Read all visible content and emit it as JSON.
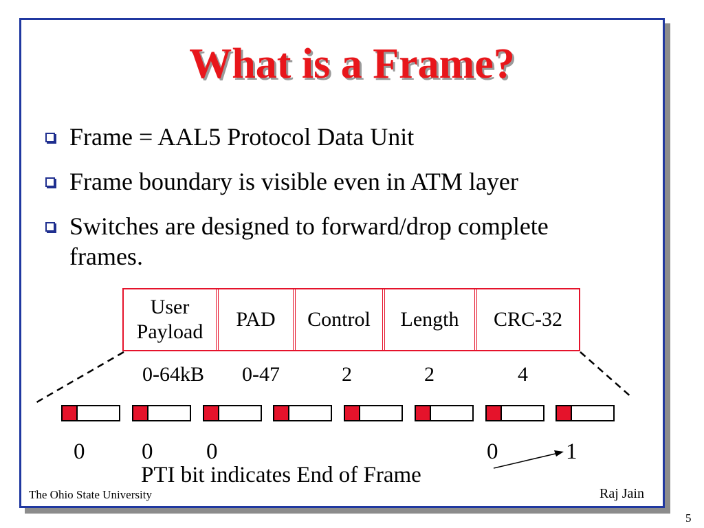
{
  "title": "What is a Frame?",
  "bullets": [
    "Frame = AAL5 Protocol Data Unit",
    "Frame boundary is visible even in ATM layer",
    "Switches are designed to forward/drop complete frames."
  ],
  "pdu_fields": [
    {
      "label": "User Payload",
      "size": "0-64kB"
    },
    {
      "label": "PAD",
      "size": "0-47"
    },
    {
      "label": "Control",
      "size": "2"
    },
    {
      "label": "Length",
      "size": "2"
    },
    {
      "label": "CRC-32",
      "size": "4"
    }
  ],
  "pti_values": [
    "0",
    "0",
    "0",
    "0",
    "1"
  ],
  "pti_caption": "PTI bit indicates End of Frame",
  "footer": {
    "left": "The Ohio State University",
    "right": "Raj Jain",
    "page": "5"
  },
  "colors": {
    "title": "#e8161b",
    "frame_border": "#2038a0",
    "pdu_border": "#e5132b",
    "cell_header": "#e5132b"
  }
}
